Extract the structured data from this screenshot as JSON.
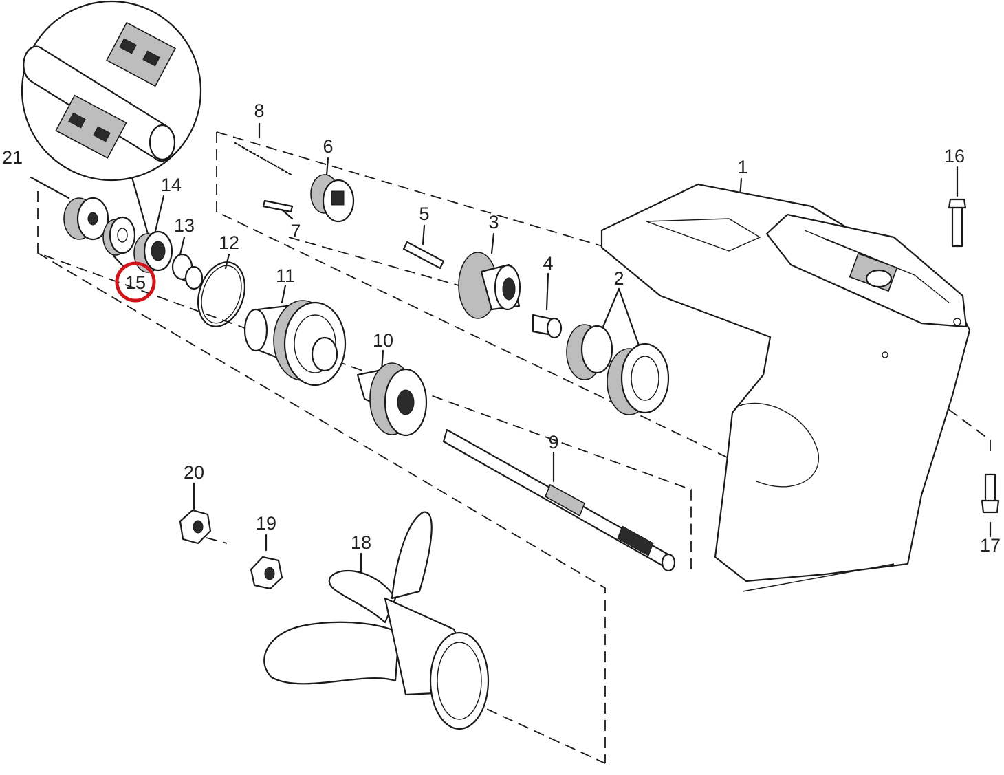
{
  "diagram": {
    "highlight": {
      "label_ref": "15",
      "color": "#d2141b"
    },
    "labels": [
      {
        "id": "1",
        "text": "1"
      },
      {
        "id": "2",
        "text": "2"
      },
      {
        "id": "3",
        "text": "3"
      },
      {
        "id": "4",
        "text": "4"
      },
      {
        "id": "5",
        "text": "5"
      },
      {
        "id": "6",
        "text": "6"
      },
      {
        "id": "7",
        "text": "7"
      },
      {
        "id": "8",
        "text": "8"
      },
      {
        "id": "9",
        "text": "9"
      },
      {
        "id": "10",
        "text": "10"
      },
      {
        "id": "11",
        "text": "11"
      },
      {
        "id": "12",
        "text": "12"
      },
      {
        "id": "13",
        "text": "13"
      },
      {
        "id": "14",
        "text": "14"
      },
      {
        "id": "15",
        "text": "15"
      },
      {
        "id": "16",
        "text": "16"
      },
      {
        "id": "17",
        "text": "17"
      },
      {
        "id": "18",
        "text": "18"
      },
      {
        "id": "19",
        "text": "19"
      },
      {
        "id": "20",
        "text": "20"
      },
      {
        "id": "21",
        "text": "21"
      }
    ]
  }
}
